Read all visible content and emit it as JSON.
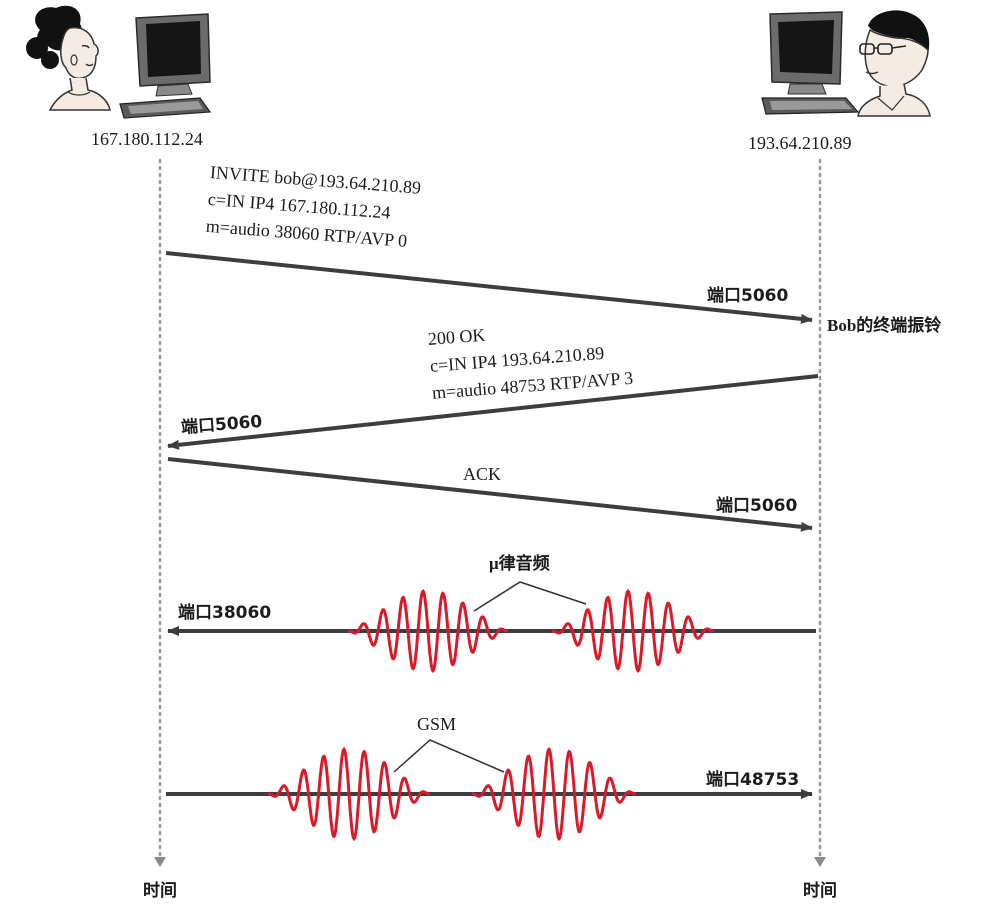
{
  "left_host": {
    "ip": "167.180.112.24",
    "time_label": "时间"
  },
  "right_host": {
    "ip": "193.64.210.89",
    "time_label": "时间"
  },
  "messages": {
    "invite": {
      "lines": [
        "INVITE bob@193.64.210.89",
        "c=IN IP4 167.180.112.24",
        "m=audio 38060 RTP/AVP 0"
      ],
      "port": "端口5060",
      "event": "Bob的终端振铃"
    },
    "ok": {
      "lines": [
        "200 OK",
        "c=IN IP4 193.64.210.89",
        "m=audio 48753 RTP/AVP 3"
      ],
      "port": "端口5060"
    },
    "ack": {
      "label": "ACK",
      "port": "端口5060"
    },
    "mulaw": {
      "label": "μ律音频",
      "port": "端口38060"
    },
    "gsm": {
      "label": "GSM",
      "port": "端口48753"
    }
  },
  "colors": {
    "arrow": "#3d3d3d",
    "wave": "#d81a2a",
    "timeline": "#9a9a9a"
  }
}
